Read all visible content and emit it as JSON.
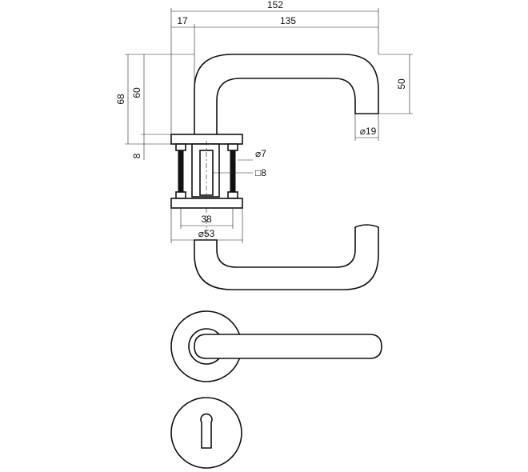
{
  "drawing": {
    "title": "",
    "dimensions": {
      "overall_length": "152",
      "rose_offset": "17",
      "handle_length": "135",
      "height_total": "68",
      "height_axis": "60",
      "rose_thickness": "8",
      "handle_drop": "50",
      "tube_diameter": "19",
      "screw_diameter": "7",
      "spindle_square": "8",
      "bolt_spacing": "38",
      "rose_diameter": "53"
    },
    "symbols": {
      "diameter": "⌀",
      "square": "□"
    },
    "labels": {
      "tube_diameter": "⌀19",
      "screw_diameter": "⌀7",
      "spindle_square": "□8",
      "rose_diameter": "⌀53"
    },
    "views": [
      "side-view",
      "front-view-handle",
      "front-view-keyhole-escutcheon"
    ]
  }
}
